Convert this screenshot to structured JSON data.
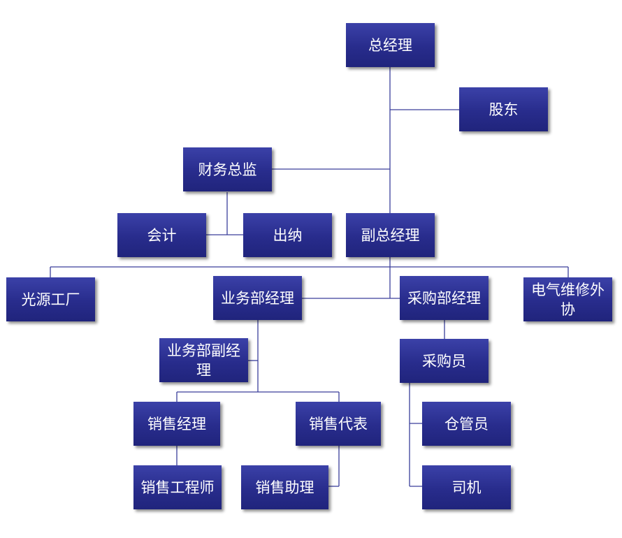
{
  "nodes": {
    "general_manager": "总经理",
    "shareholders": "股东",
    "finance_director": "财务总监",
    "accountant": "会计",
    "cashier": "出纳",
    "deputy_gm": "副总经理",
    "light_source_factory": "光源工厂",
    "sales_dept_manager": "业务部经理",
    "purchasing_manager": "采购部经理",
    "electrical_maintenance": "电气维修外协",
    "sales_dept_deputy": "业务部副经理",
    "purchaser": "采购员",
    "sales_manager": "销售经理",
    "sales_rep": "销售代表",
    "warehouse_keeper": "仓管员",
    "sales_engineer": "销售工程师",
    "sales_assistant": "销售助理",
    "driver": "司机"
  }
}
